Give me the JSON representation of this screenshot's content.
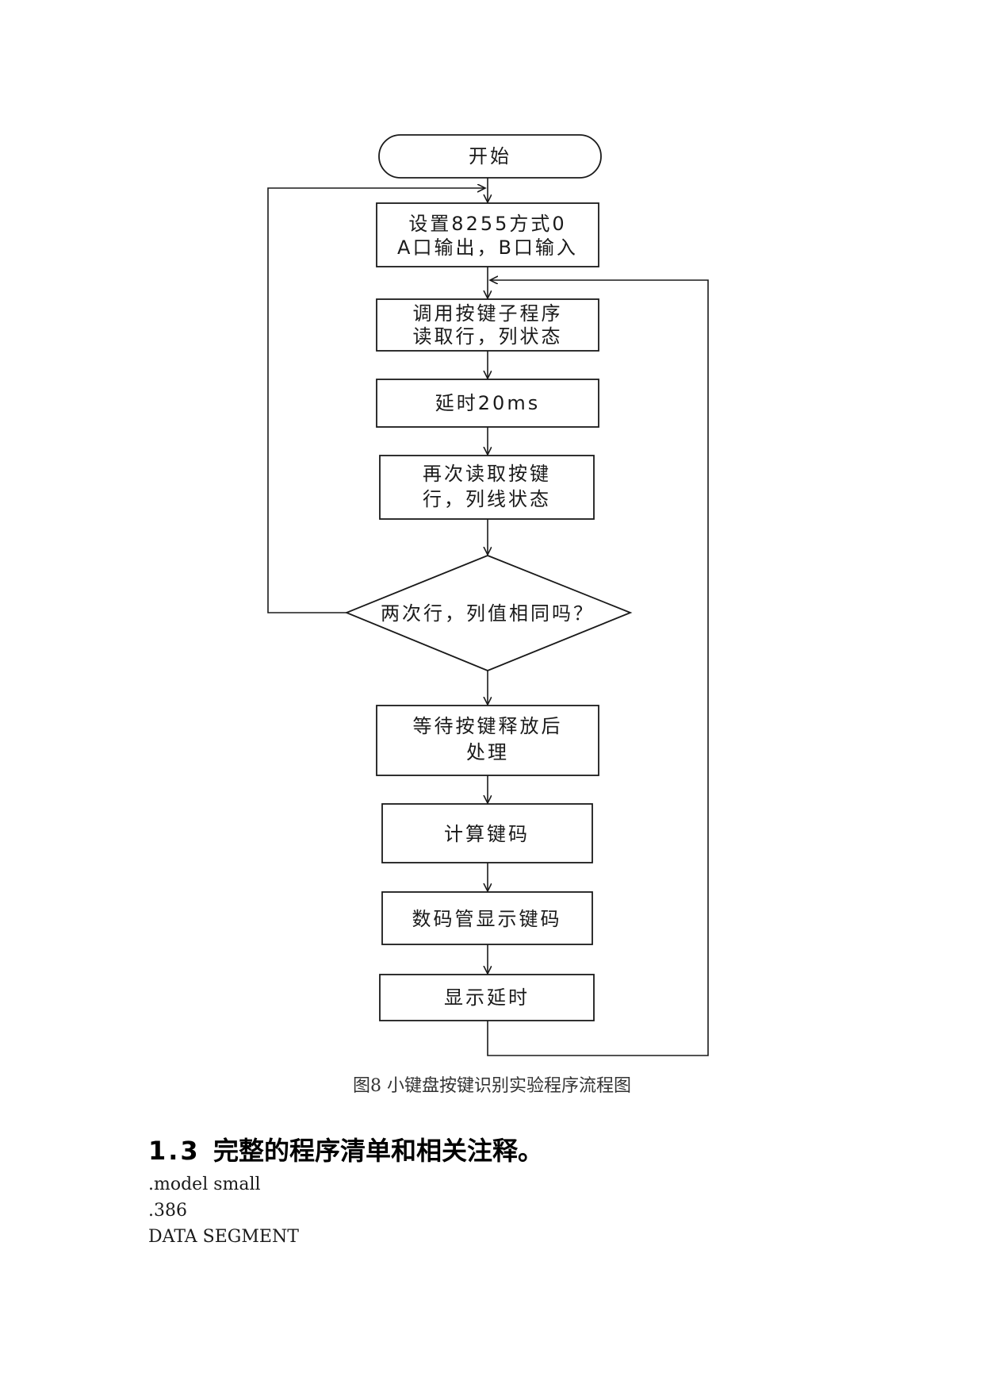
{
  "flowchart": {
    "start": "开始",
    "setup": [
      "设置8255方式0",
      "A口输出，B口输入"
    ],
    "call_subroutine": [
      "调用按键子程序",
      "读取行，列状态"
    ],
    "delay": "延时20ms",
    "read_again": [
      "再次读取按键",
      "行，列线状态"
    ],
    "decision": "两次行，列值相同吗？",
    "wait_release": [
      "等待按键释放后",
      "处理"
    ],
    "compute_code": "计算键码",
    "display_code": "数码管显示键码",
    "display_delay": "显示延时"
  },
  "caption": "图8 小键盘按键识别实验程序流程图",
  "section": {
    "number": "1.3",
    "title": "完整的程序清单和相关注释。"
  },
  "code_lines": [
    ".model small",
    ".386",
    "DATA SEGMENT"
  ]
}
